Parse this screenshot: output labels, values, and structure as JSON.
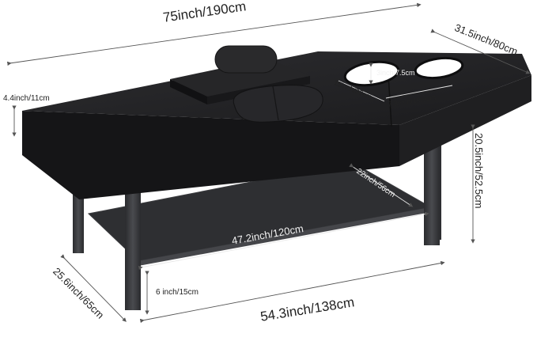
{
  "dimensions": {
    "overall_length": "75inch/190cm",
    "width": "31.5inch/80cm",
    "pad_thickness": "4.4inch/11cm",
    "face_hole_length": "15inch/39cm",
    "face_hole_depth": "3inch/7.5cm",
    "face_hole_width": "7.3inch/18.5cm",
    "height": "20.5inch/52.5cm",
    "shelf_depth": "22inch/56cm",
    "shelf_length": "47.2inch/120cm",
    "base_width": "25.6inch/65cm",
    "shelf_clearance": "6 inch/15cm",
    "base_length": "54.3inch/138cm"
  },
  "colors": {
    "leather": "#1c1c1e",
    "leather_top": "#242426",
    "frame": "#3a3b3e",
    "shelf": "#2e2f32",
    "dimension_line": "#555555",
    "background": "#ffffff"
  }
}
